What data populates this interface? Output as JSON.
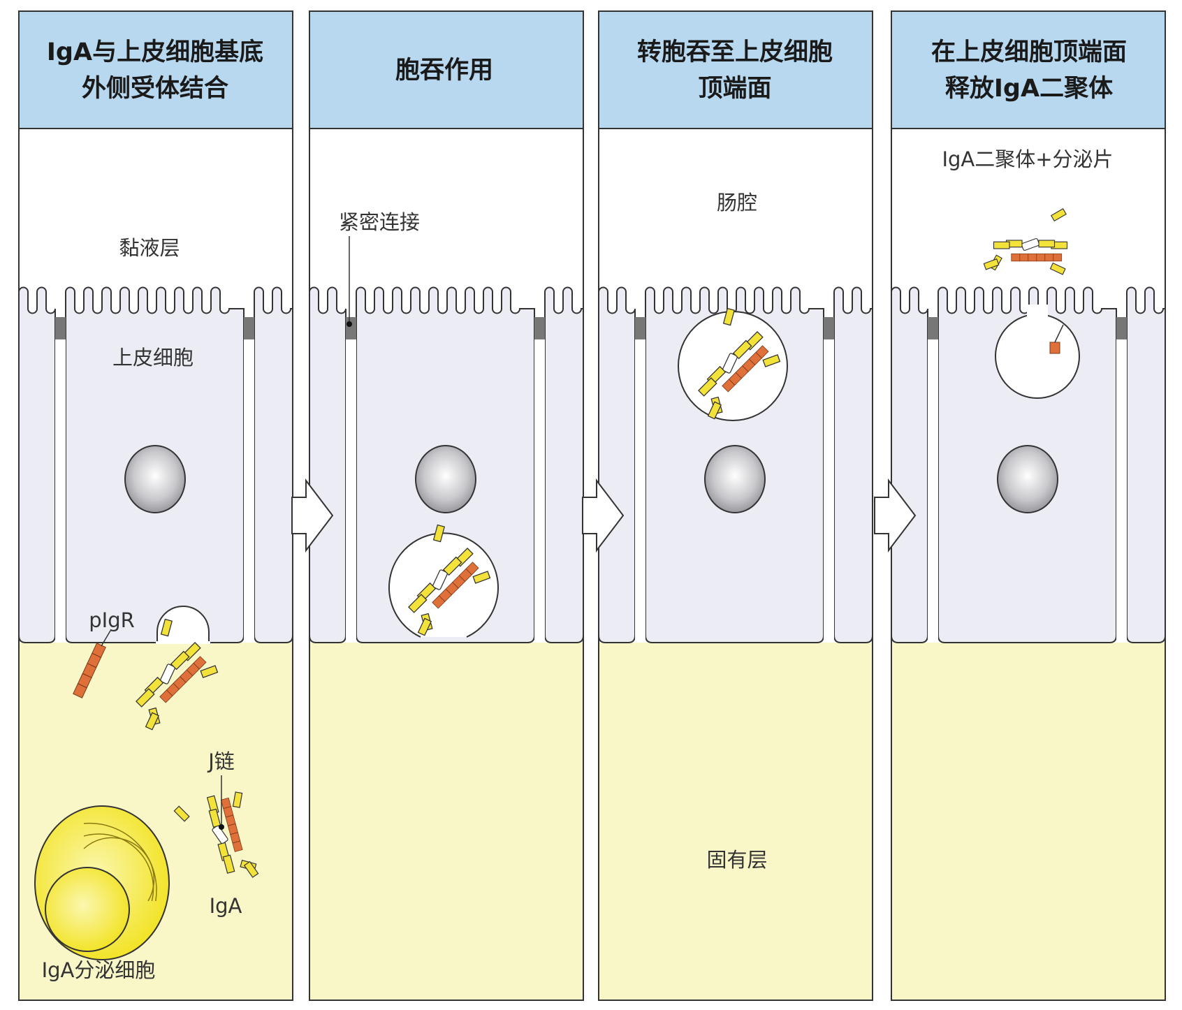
{
  "panels": [
    {
      "title_lines": [
        "IgA与上皮细胞基底",
        "外侧受体结合"
      ]
    },
    {
      "title_lines": [
        "胞吞作用"
      ]
    },
    {
      "title_lines": [
        "转胞吞至上皮细胞",
        "顶端面"
      ]
    },
    {
      "title_lines": [
        "在上皮细胞顶端面",
        "释放IgA二聚体"
      ]
    }
  ],
  "labels": {
    "mucus_layer": "黏液层",
    "epithelial_cell": "上皮细胞",
    "pigr": "pIgR",
    "j_chain": "J链",
    "iga": "IgA",
    "iga_secreting_cell": "IgA分泌细胞",
    "tight_junction": "紧密连接",
    "gut_lumen": "肠腔",
    "lamina_propria": "固有层",
    "iga_dimer_secretory_component": "IgA二聚体+分泌片"
  },
  "colors": {
    "header": "#b8d8f0",
    "epithelium": "#ecedf4",
    "lamina": "#f9f6c8",
    "antibody": "#f3e23a",
    "secretory_component": "#e0703a"
  }
}
